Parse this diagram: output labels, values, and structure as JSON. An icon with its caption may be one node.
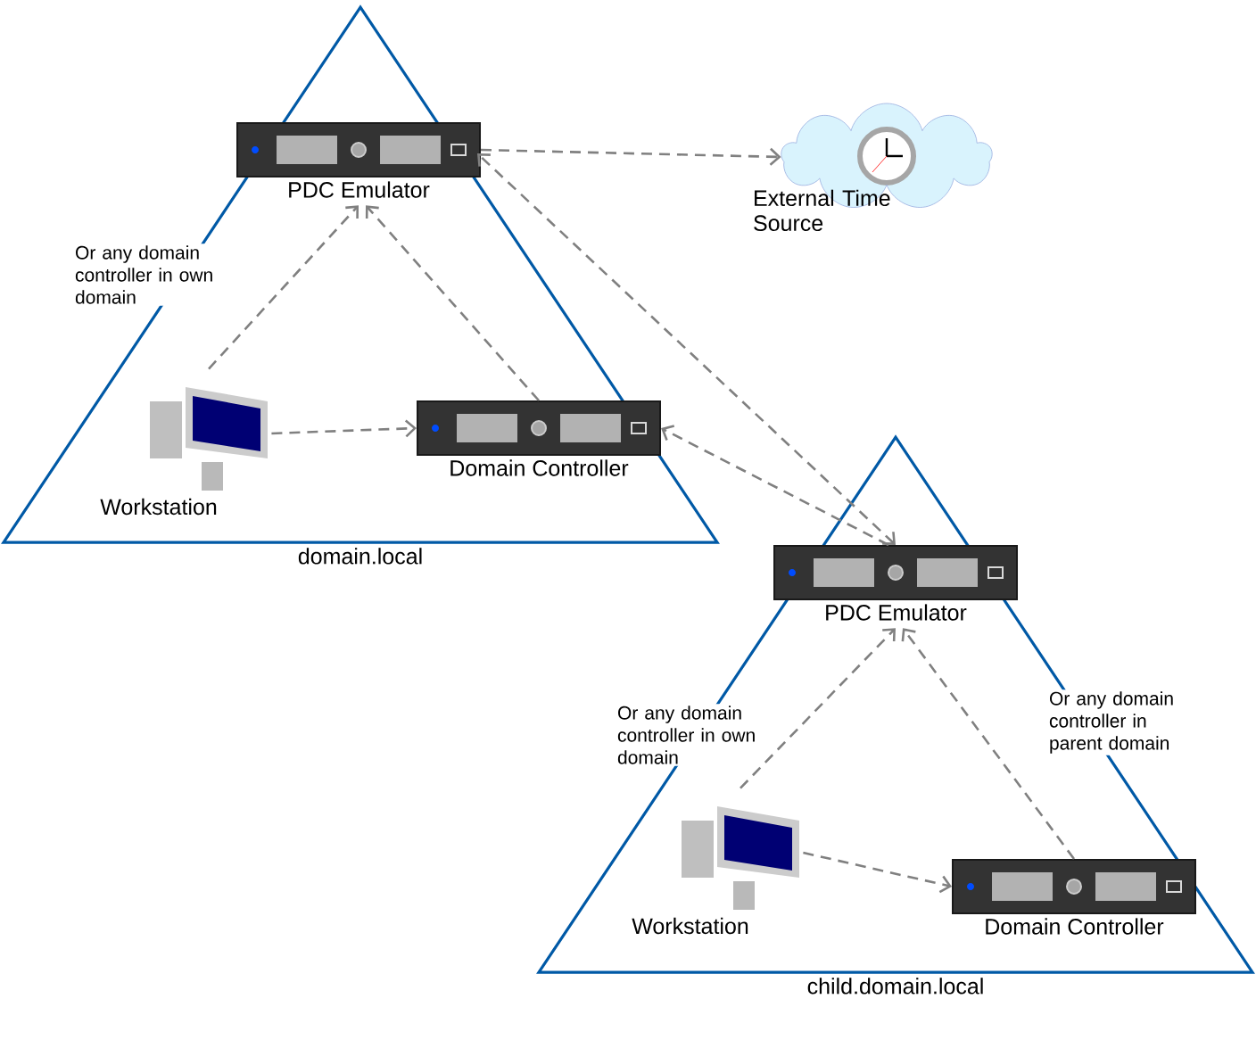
{
  "diagram": {
    "nodes": [
      {
        "text": [
          "domain.local"
        ]
      },
      {
        "text": [
          "PDC Emulator"
        ],
        "in": 0
      },
      {
        "text": [
          "Workstation"
        ],
        "in": 0
      },
      {
        "text": [
          "Domain Controller"
        ],
        "in": 0
      },
      {
        "text": [
          "External Time Source"
        ]
      },
      {
        "text": [
          "child.domain.local"
        ]
      },
      {
        "text": [
          "PDC Emulator"
        ],
        "in": 5
      },
      {
        "text": [
          "Workstation"
        ],
        "in": 5
      },
      {
        "text": [
          "Domain Controller"
        ],
        "in": 5
      }
    ],
    "edges": [
      {
        "from": 2,
        "to": 1,
        "arrow": "to",
        "label": "Or any domain controller in own domain",
        "style": "dashed"
      },
      {
        "from": 3,
        "to": 1,
        "arrow": "to",
        "style": "dashed"
      },
      {
        "from": 2,
        "to": 3,
        "arrow": "to",
        "style": "dashed"
      },
      {
        "from": 1,
        "to": 4,
        "arrow": "to",
        "style": "dashed"
      },
      {
        "from": 6,
        "to": 1,
        "arrow": "both",
        "style": "dashed"
      },
      {
        "from": 6,
        "to": 3,
        "arrow": "to",
        "style": "dashed"
      },
      {
        "from": 7,
        "to": 6,
        "arrow": "to",
        "label": "Or any domain controller in own domain",
        "style": "dashed"
      },
      {
        "from": 8,
        "to": 6,
        "arrow": "to",
        "label": "Or any domain controller in parent domain",
        "style": "dashed"
      },
      {
        "from": 7,
        "to": 8,
        "arrow": "to",
        "style": "dashed"
      }
    ]
  }
}
